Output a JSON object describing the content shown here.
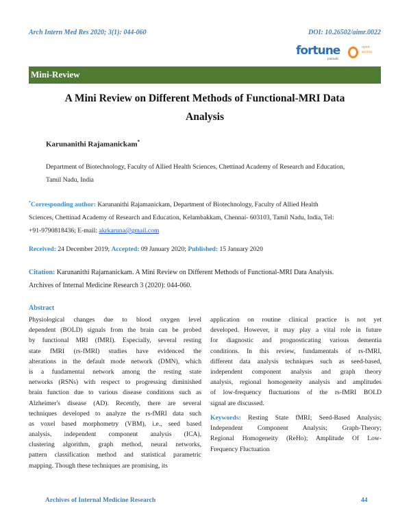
{
  "header": {
    "journal_ref": "Arch Intern Med Res 2020; 3(1): 044-060",
    "doi": "DOI: 10.26502/aimr.0022"
  },
  "logo": {
    "brand": "fortune",
    "sub": "journals",
    "oa_line1": "open",
    "oa_line2": "access",
    "colors": {
      "brand": "#2a6fb5",
      "oa": "#f08a24"
    }
  },
  "section_label": "Mini-Review",
  "title_lines": [
    "A Mini Review on Different Methods of Functional-MRI Data",
    "Analysis"
  ],
  "author": {
    "name": "Karunanithi Rajamanickam",
    "mark": "*"
  },
  "affiliation_lines": [
    "Department of Biotechnology, Faculty of Allied Health Sciences, Chettinad Academy of Research and Education,",
    "Tamil Nadu, India"
  ],
  "corresponding": {
    "mark": "*",
    "label": "Corresponding author:",
    "line1": " Karunanithi Rajamanickam, Department of Biotechnology, Faculty of Allied Health",
    "line2": "Sciences, Chettinad Academy of Research and Education, Kelambakkam, Chennai- 603103, Tamil Nadu, India, Tel:",
    "line3": "+91-9790818436; E-mail: ",
    "email": "akrkaruna@gmail.com"
  },
  "dates": {
    "received_label": "Received:",
    "received": " 24 December 2019; ",
    "accepted_label": "Accepted:",
    "accepted": " 09 January 2020; ",
    "published_label": "Published:",
    "published": " 15 January 2020"
  },
  "citation": {
    "label": "Citation:",
    "line1": " Karunanithi Rajamanickam. A Mini Review on Different Methods of Functional-MRI Data Analysis.",
    "line2": "Archives of Internal Medicine Research 3 (2020): 044-060."
  },
  "abstract": {
    "heading": "Abstract",
    "left_lines": [
      "Physiological changes due to blood oxygen level",
      "dependent (BOLD) signals from the brain can be probed",
      "by functional MRI (fMRI). Especially, several resting",
      "state fMRI (rs-fMRI) studies have evidenced the",
      "alterations in the default mode network (DMN), which",
      "is a fundamental network among the resting state",
      "networks (RSNs) with respect to progressing diminished",
      "brain function due to various disease conditions such as",
      "Alzheimer's disease (AD). Recently, there are several",
      "techniques developed to analyze the rs-fMRI data such",
      "as voxel based morphometry (VBM), i.e., seed based",
      "analysis, independent component analysis (ICA),",
      "clustering algorithm, graph method, neural networks,",
      "pattern classification method and statistical parametric",
      "mapping. Though these techniques are promising, its"
    ],
    "right_lines": [
      "application on routine clinical practice is not yet",
      "developed. However, it may play a vital role in future",
      "for diagnostic and prognosticating various dementia",
      "conditions. In this review, fundamentals of rs-fMRI,",
      "different data analysis techniques such as seed-based,",
      "independent component analysis and graph theory",
      "analysis, regional homogeneity analysis and amplitudes",
      "of low-frequency fluctuations of the rs-fMRI BOLD",
      "signal are discussed."
    ]
  },
  "keywords": {
    "label": "Keywords:",
    "lines": [
      " Resting State fMRI; Seed-Based Analysis;",
      "Independent Component Analysis; Graph-Theory;",
      "Regional Homogeneity (ReHo); Amplitude Of Low-",
      "Frequency Fluctuation"
    ]
  },
  "footer": {
    "journal": "Archives of Internal Medicine Research",
    "page": "44"
  },
  "colors": {
    "accent": "#2f8ad4",
    "section_bar": "#4f7a32"
  }
}
